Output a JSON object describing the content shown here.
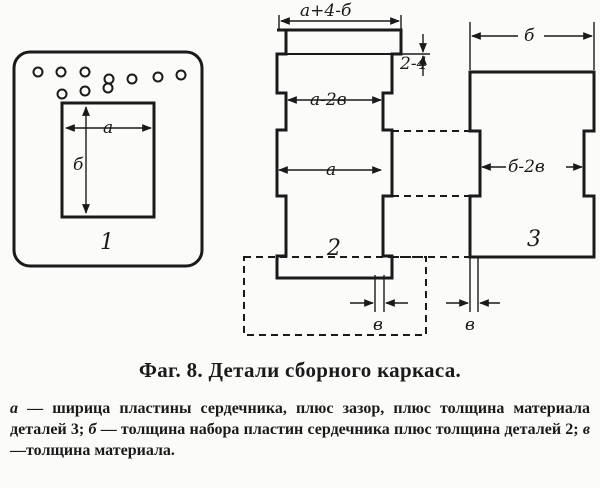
{
  "diagram": {
    "parts": [
      {
        "id": "part-1",
        "label": "1"
      },
      {
        "id": "part-2",
        "label": "2"
      },
      {
        "id": "part-3",
        "label": "3"
      }
    ],
    "dimensions": {
      "top_width": "a+4-б",
      "flange_height": "2-4",
      "inner_width_2": "a-2в",
      "width_2": "a",
      "width_3": "б",
      "inner_width_3": "б-2в",
      "window_width": "a",
      "window_height": "б",
      "thickness_2": "в",
      "thickness_3": "в"
    }
  },
  "caption": {
    "title": "Фаг. 8. Детали сборного каркаса.",
    "legend": [
      {
        "symbol": "а",
        "text": " — ширица пластины сердечника, плюс зазор, плюс толщина материала деталей 3; "
      },
      {
        "symbol": "б",
        "text": " — толщина набора пластин сердечника плюс толщина деталей 2; "
      },
      {
        "symbol": "в",
        "text": " —толщина материала."
      }
    ]
  }
}
